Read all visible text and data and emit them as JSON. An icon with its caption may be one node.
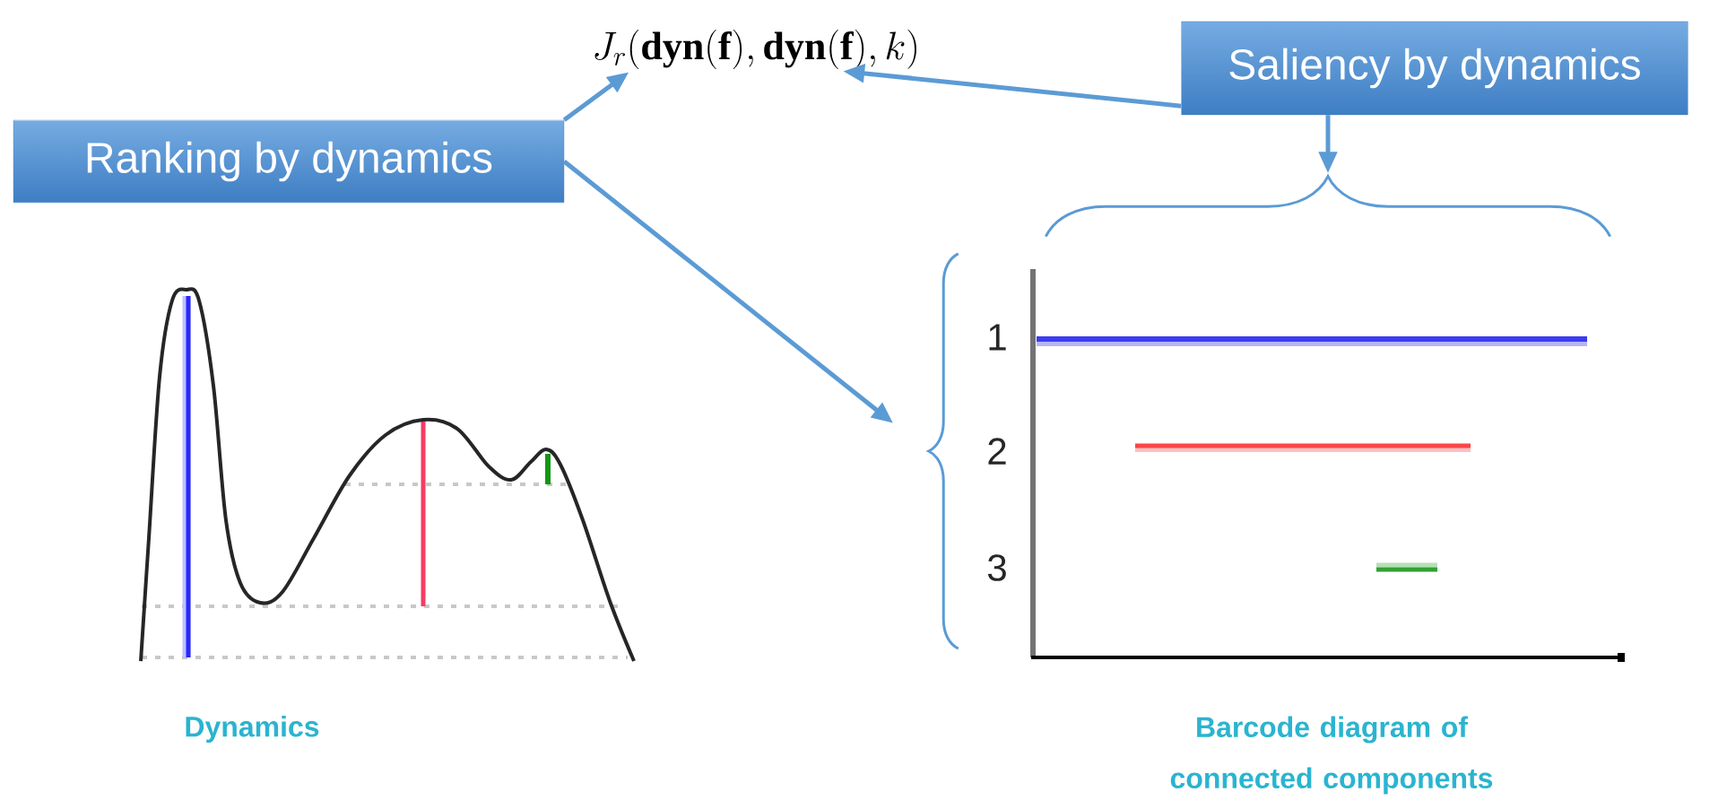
{
  "diagram": {
    "nodes": [
      {
        "text": [
          "J_r(\\mathbf{dyn}(\\mathbf{f}), \\mathbf{dyn}(\\mathbf{f}), k)"
        ]
      },
      {
        "text": [
          "Saliency by dynamics"
        ]
      },
      {
        "text": [
          "Ranking by dynamics"
        ]
      },
      {
        "text": [],
        "shape": "picture",
        "beside": [
          "Dynamics"
        ]
      },
      {
        "text": [],
        "shape": "brace"
      },
      {
        "text": [],
        "shape": "brace"
      },
      {
        "text": [],
        "shape": "picture",
        "beside": [
          "Barcode diagram of connected components"
        ]
      }
    ],
    "edges": [
      {
        "from": 2,
        "to": 0,
        "arrow": "to"
      },
      {
        "from": 1,
        "to": 0,
        "arrow": "to"
      },
      {
        "from": 1,
        "to": 4,
        "arrow": "to"
      },
      {
        "from": 2,
        "to": 5,
        "arrow": "to"
      }
    ],
    "labels": [
      "1",
      "2",
      "3"
    ]
  }
}
